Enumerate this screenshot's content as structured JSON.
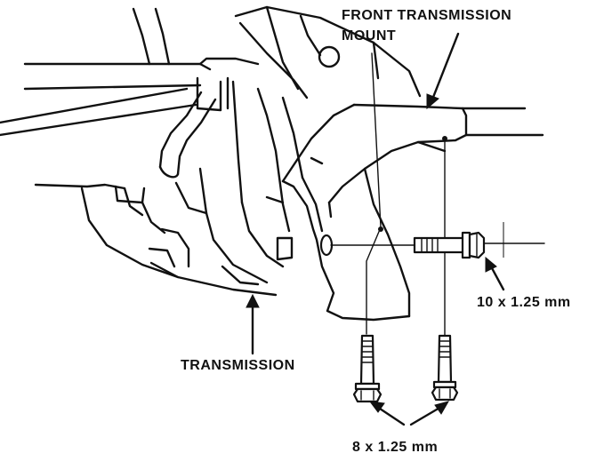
{
  "labels": {
    "front_mount_line1": "FRONT TRANSMISSION",
    "front_mount_line2": "MOUNT",
    "bolt_10mm": "10 x 1.25 mm",
    "transmission": "TRANSMISSION",
    "bolts_8mm": "8 x 1.25 mm"
  },
  "colors": {
    "ink": "#111111",
    "paper": "#ffffff"
  }
}
